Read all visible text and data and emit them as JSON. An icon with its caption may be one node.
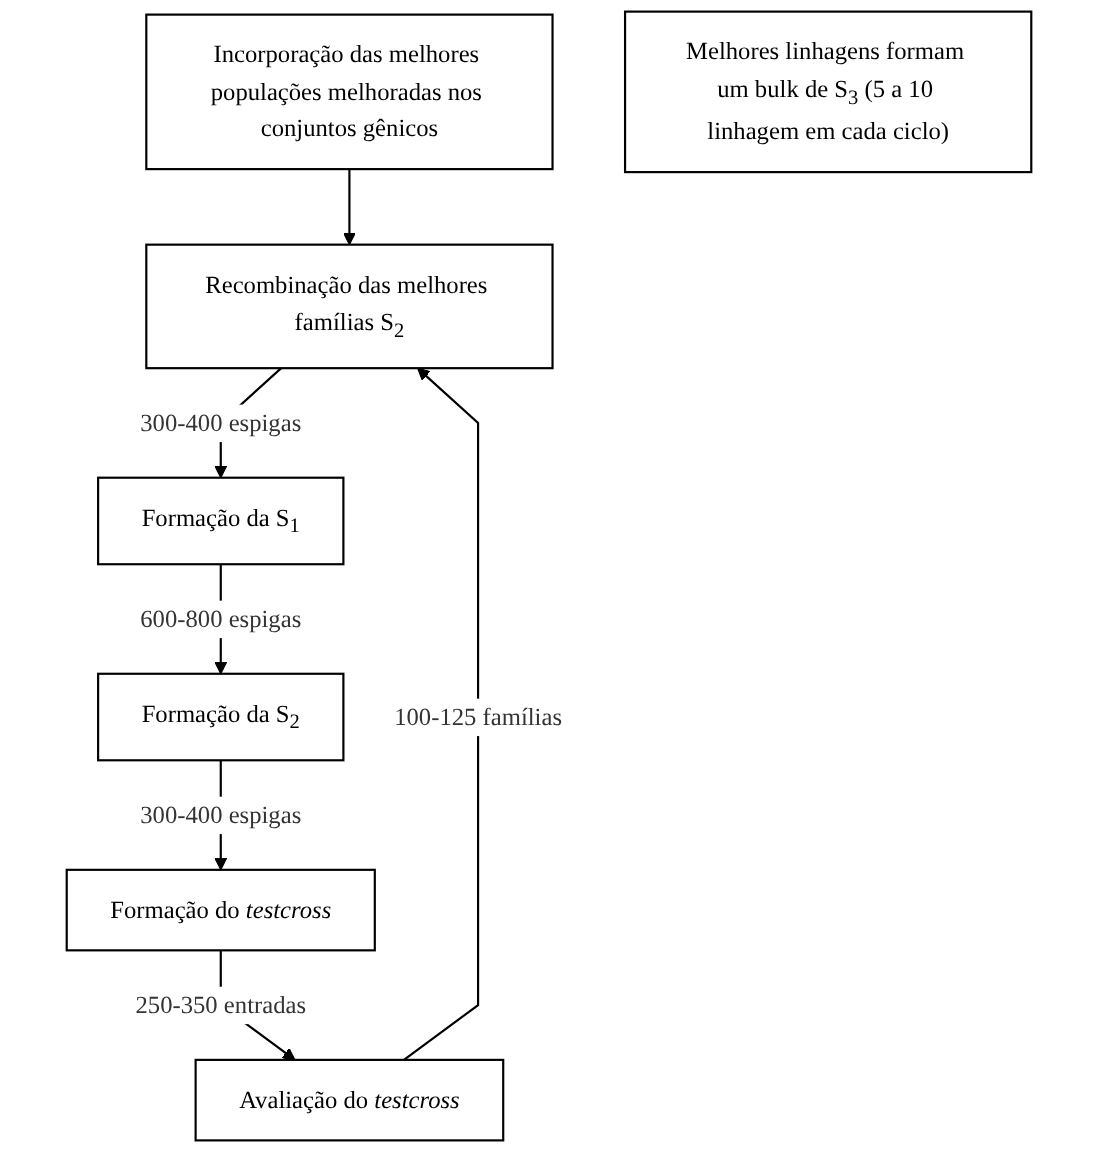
{
  "diagram": {
    "nodes": [
      {
        "text": [
          "Incorporação das melhores populações melhoradas nos conjuntos gênicos"
        ]
      },
      {
        "text": [
          "Recombinação das melhores famílias S$_{2}$"
        ]
      },
      {
        "text": [
          "Formação da S$_{1}$"
        ]
      },
      {
        "text": [
          "Formação da S$_{2}$"
        ]
      },
      {
        "text": [
          "Formação do *testcross*"
        ]
      },
      {
        "text": [
          "Avaliação do *testcross*"
        ]
      },
      {
        "text": [
          "Melhores linhagens formam um bulk de S$_{3}$ (5 a 10 linhagem em cada ciclo)"
        ]
      }
    ],
    "edges": [
      {
        "from": 0,
        "to": 1,
        "arrow": "to"
      },
      {
        "from": 1,
        "to": 2,
        "arrow": "to",
        "label": "300-400 espigas"
      },
      {
        "from": 2,
        "to": 3,
        "arrow": "to",
        "label": "600-800 espigas"
      },
      {
        "from": 3,
        "to": 4,
        "arrow": "to",
        "label": "300-400 espigas"
      },
      {
        "from": 4,
        "to": 5,
        "arrow": "to",
        "label": "250-350 entradas"
      },
      {
        "from": 5,
        "to": 1,
        "arrow": "to",
        "label": "100-125 famílias"
      }
    ]
  }
}
